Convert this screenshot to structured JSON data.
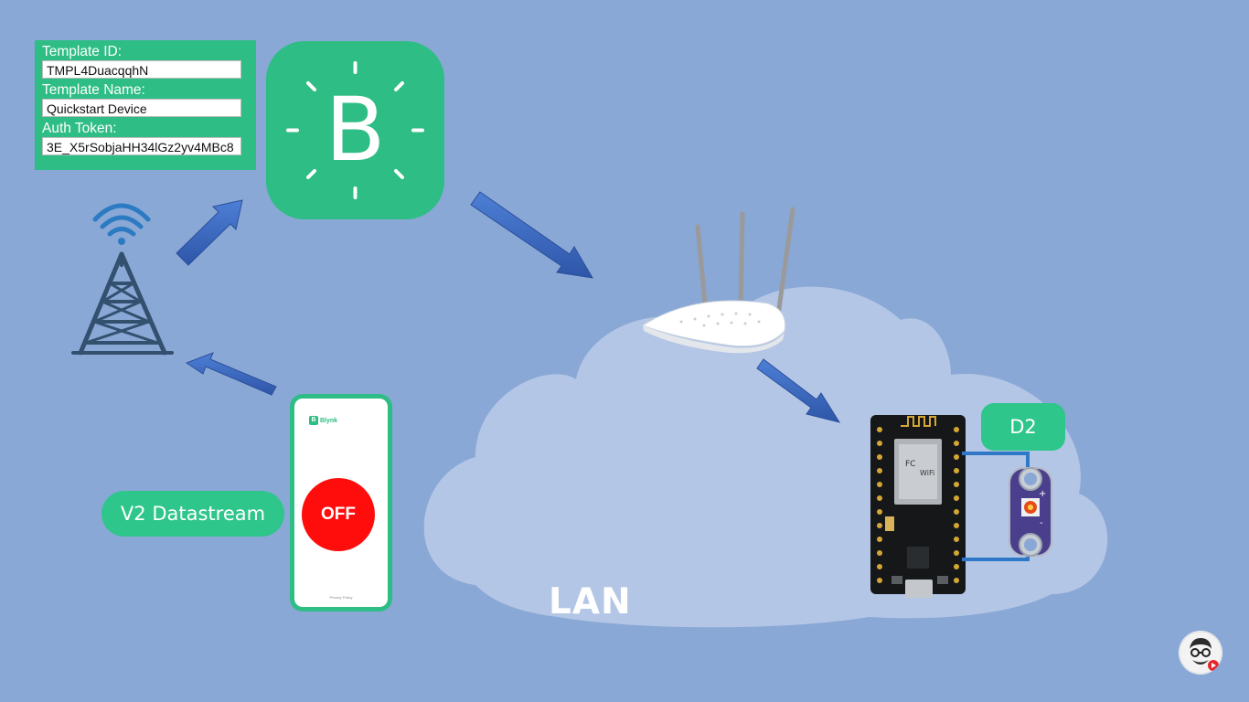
{
  "template_card": {
    "id_label": "Template ID:",
    "id_value": "TMPL4DuacqqhN",
    "name_label": "Template Name:",
    "name_value": "Quickstart Device",
    "token_label": "Auth Token:",
    "token_value": "3E_X5rSobjaHH34lGz2yv4MBc8"
  },
  "blynk_logo": {
    "letter": "B"
  },
  "datastream_pill": {
    "label": "V2 Datastream"
  },
  "pin_pill": {
    "label": "D2"
  },
  "network_label": "LAN",
  "phone": {
    "brand": "Blynk",
    "button_label": "OFF",
    "footer": "Privacy Policy"
  },
  "colors": {
    "background": "#89a8d6",
    "brand_green": "#2ebd84",
    "arrow_blue": "#3f6cc4",
    "cloud": "#b4c6e5",
    "off_red": "#ff0d0d"
  },
  "icons": [
    "wifi-tower-icon",
    "router-icon",
    "esp8266-board-icon",
    "led-module-icon",
    "channel-avatar-icon"
  ]
}
